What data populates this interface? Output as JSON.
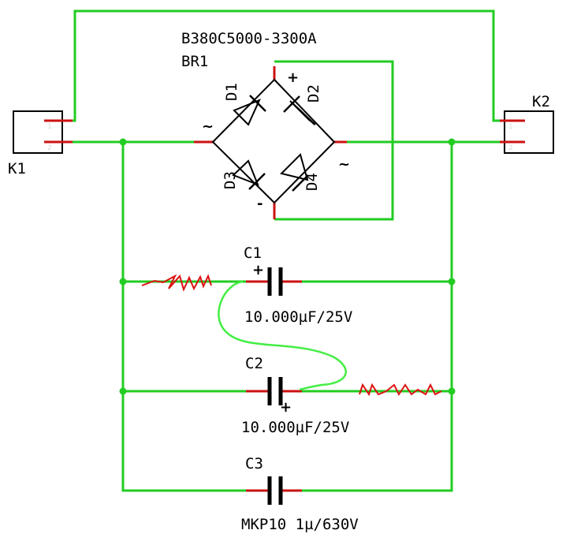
{
  "bridge": {
    "part": "B380C5000-3300A",
    "ref": "BR1",
    "diodes": [
      "D1",
      "D2",
      "D3",
      "D4"
    ],
    "plus": "+",
    "minus": "-",
    "ac_left": "~",
    "ac_right": "~"
  },
  "connectors": [
    {
      "ref": "K1"
    },
    {
      "ref": "K2"
    }
  ],
  "capacitors": [
    {
      "ref": "C1",
      "value": "10.000µF/25V",
      "pol": "+"
    },
    {
      "ref": "C2",
      "value": "10.000µF/25V",
      "pol": "+"
    },
    {
      "ref": "C3",
      "value": "MKP10 1µ/630V"
    }
  ],
  "colors": {
    "wire": "#22cc22",
    "lead": "#cc1111",
    "scribble_red": "#dd1111",
    "scribble_green": "#44ee44"
  }
}
